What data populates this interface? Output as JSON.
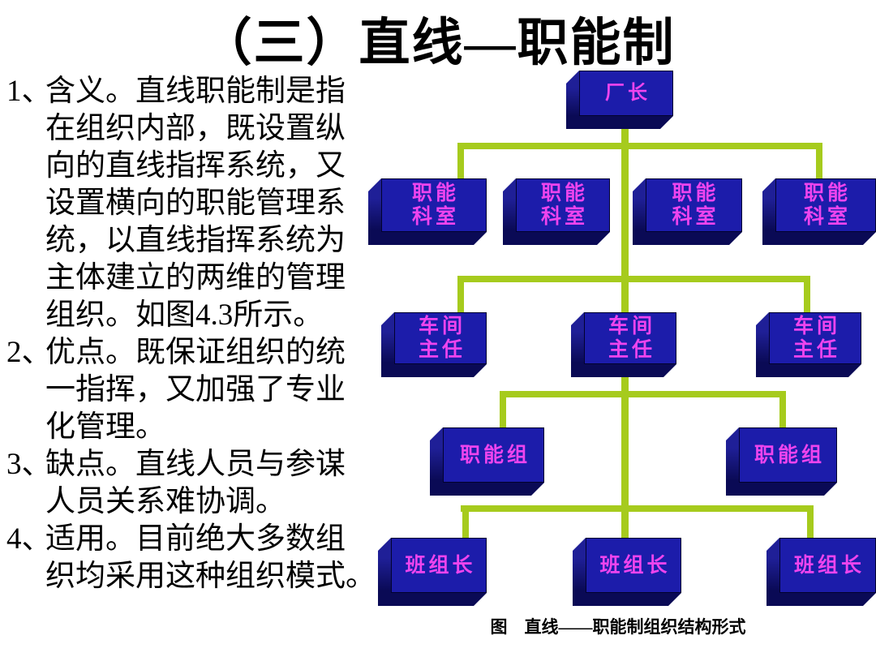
{
  "slide": {
    "title": "（三）直线—职能制",
    "notes": [
      {
        "num": "1、",
        "lines": [
          "含义。直线职能制是指",
          "在组织内部，既设置纵",
          "向的直线指挥系统，又",
          "设置横向的职能管理系",
          "统，以直线指挥系统为",
          "主体建立的两维的管理",
          "组织。如图4.3所示。"
        ]
      },
      {
        "num": "2、",
        "lines": [
          "优点。既保证组织的统",
          "一指挥，又加强了专业",
          "化管理。"
        ]
      },
      {
        "num": "3、",
        "lines": [
          "缺点。直线人员与参谋",
          "人员关系难协调。"
        ]
      },
      {
        "num": "4、",
        "lines": [
          "适用。目前绝大多数组",
          "织均采用这种组织模式。"
        ]
      }
    ]
  },
  "chart": {
    "type": "org-tree",
    "caption": "图　直线——职能制组织结构形式",
    "colors": {
      "box_face": "#1c1caa",
      "box_depth": "#0d0d60",
      "box_label": "#ee44ee",
      "connector": "#a6cb1d",
      "text": "#000000",
      "background": "#ffffff"
    },
    "levels": [
      {
        "role": "factory-director",
        "items": [
          [
            "厂长"
          ]
        ]
      },
      {
        "role": "functional-office",
        "items": [
          [
            "职能",
            "科室"
          ],
          [
            "职能",
            "科室"
          ],
          [
            "职能",
            "科室"
          ],
          [
            "职能",
            "科室"
          ]
        ]
      },
      {
        "role": "workshop-director",
        "items": [
          [
            "车间",
            "主任"
          ],
          [
            "车间",
            "主任"
          ],
          [
            "车间",
            "主任"
          ]
        ]
      },
      {
        "role": "functional-group",
        "items": [
          [
            "职能组"
          ],
          [
            "职能组"
          ]
        ]
      },
      {
        "role": "team-leader",
        "items": [
          [
            "班组长"
          ],
          [
            "班组长"
          ],
          [
            "班组长"
          ]
        ]
      }
    ],
    "edges": [
      "厂长 → 职能科室 ×4",
      "厂长 → 车间主任 ×3",
      "车间主任(中) → 职能组 ×2",
      "车间主任(中) → 班组长 ×3"
    ]
  }
}
